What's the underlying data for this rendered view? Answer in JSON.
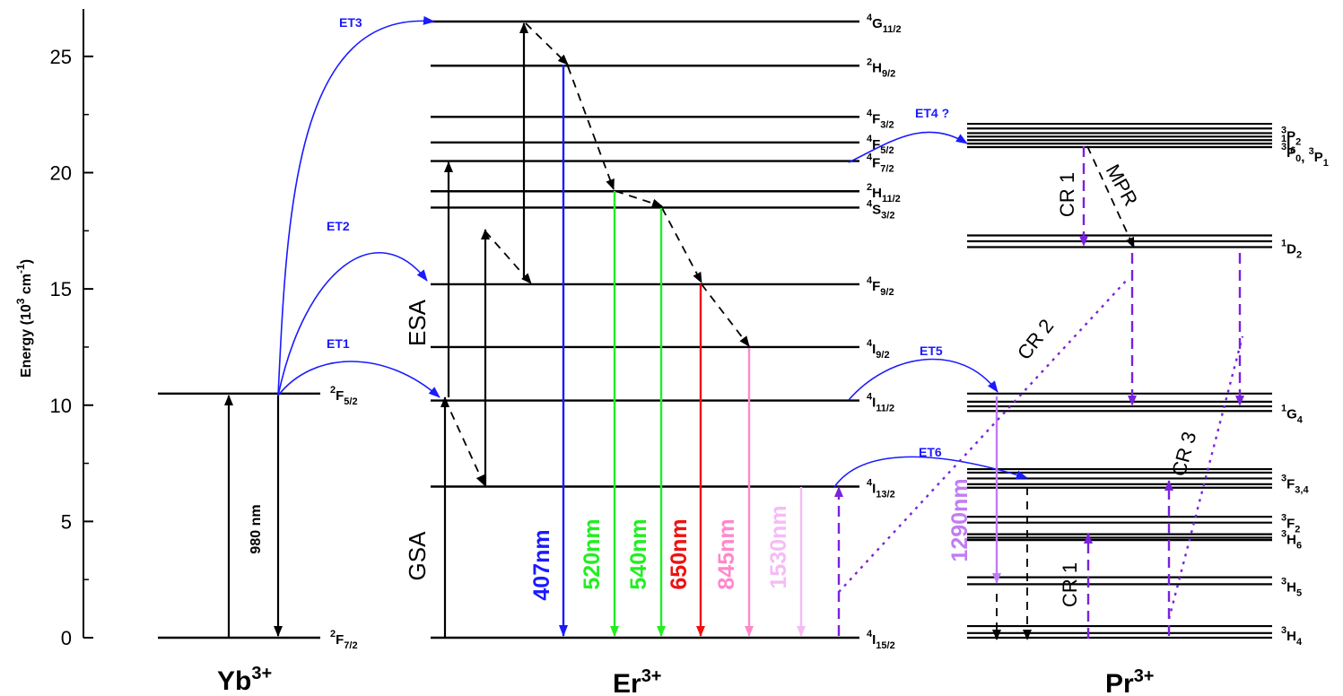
{
  "axis": {
    "ylabel_main": "Energy (10",
    "ylabel_sup1": "3",
    "ylabel_mid": " cm",
    "ylabel_sup2": "-1",
    "ylabel_end": ")",
    "ticks": [
      {
        "value": 0,
        "label": "0"
      },
      {
        "value": 5,
        "label": "5"
      },
      {
        "value": 10,
        "label": "10"
      },
      {
        "value": 15,
        "label": "15"
      },
      {
        "value": 20,
        "label": "20"
      },
      {
        "value": 25,
        "label": "25"
      }
    ],
    "range": [
      0,
      26.5
    ]
  },
  "ions": {
    "yb": {
      "base": "Yb",
      "sup": "3+"
    },
    "er": {
      "base": "Er",
      "sup": "3+"
    },
    "pr": {
      "base": "Pr",
      "sup": "3+"
    }
  },
  "yb_levels": [
    {
      "energy": 10.5,
      "sup": "2",
      "base": "F",
      "sub": "5/2"
    },
    {
      "energy": 0.0,
      "sup": "2",
      "base": "F",
      "sub": "7/2"
    }
  ],
  "er_levels": [
    {
      "energy": 26.5,
      "sup": "4",
      "base": "G",
      "sub": "11/2"
    },
    {
      "energy": 24.6,
      "sup": "2",
      "base": "H",
      "sub": "9/2"
    },
    {
      "energy": 22.4,
      "sup": "4",
      "base": "F",
      "sub": "3/2"
    },
    {
      "energy": 21.3,
      "sup": "4",
      "base": "F",
      "sub": "5/2"
    },
    {
      "energy": 20.5,
      "sup": "4",
      "base": "F",
      "sub": "7/2"
    },
    {
      "energy": 19.2,
      "sup": "2",
      "base": "H",
      "sub": "11/2"
    },
    {
      "energy": 18.5,
      "sup": "4",
      "base": "S",
      "sub": "3/2"
    },
    {
      "energy": 15.2,
      "sup": "4",
      "base": "F",
      "sub": "9/2"
    },
    {
      "energy": 12.5,
      "sup": "4",
      "base": "I",
      "sub": "9/2"
    },
    {
      "energy": 10.2,
      "sup": "4",
      "base": "I",
      "sub": "11/2"
    },
    {
      "energy": 6.5,
      "sup": "4",
      "base": "I",
      "sub": "13/2"
    },
    {
      "energy": 0.0,
      "sup": "4",
      "base": "I",
      "sub": "15/2"
    }
  ],
  "pr_levels": [
    {
      "energy": 21.65,
      "parts": [
        {
          "sup": "3",
          "base": "P",
          "sub": "2"
        }
      ]
    },
    {
      "energy": 21.3,
      "parts": [
        {
          "sup": "1",
          "base": "I",
          "sub": "6"
        }
      ]
    },
    {
      "energy": 20.95,
      "parts": [
        {
          "sup": "3",
          "base": "P",
          "sub": "0"
        },
        {
          "base": ", "
        },
        {
          "sup": "3",
          "base": "P",
          "sub": "1"
        }
      ]
    },
    {
      "energy": 16.8,
      "parts": [
        {
          "sup": "1",
          "base": "D",
          "sub": "2"
        }
      ]
    },
    {
      "energy": 9.7,
      "parts": [
        {
          "sup": "1",
          "base": "G",
          "sub": "4"
        }
      ]
    },
    {
      "energy": 6.7,
      "parts": [
        {
          "sup": "3",
          "base": "F",
          "sub": "3,4"
        }
      ]
    },
    {
      "energy": 5.0,
      "parts": [
        {
          "sup": "3",
          "base": "F",
          "sub": "2"
        }
      ]
    },
    {
      "energy": 4.3,
      "parts": [
        {
          "sup": "3",
          "base": "H",
          "sub": "6"
        }
      ]
    },
    {
      "energy": 2.25,
      "parts": [
        {
          "sup": "3",
          "base": "H",
          "sub": "5"
        }
      ]
    },
    {
      "energy": 0.15,
      "parts": [
        {
          "sup": "3",
          "base": "H",
          "sub": "4"
        }
      ]
    }
  ],
  "pr_bands": [
    [
      22.1,
      21.9,
      21.7,
      21.55,
      21.4,
      21.25,
      21.1
    ],
    [
      17.3,
      17.05,
      16.8
    ],
    [
      10.5,
      10.15,
      9.95,
      9.75
    ],
    [
      7.25,
      7.1,
      6.85,
      6.6,
      6.45
    ],
    [
      5.2,
      4.95,
      4.45,
      4.3,
      4.2
    ],
    [
      2.6,
      2.3
    ],
    [
      0.5,
      0.2,
      0.0
    ]
  ],
  "labels": {
    "et1": "ET1",
    "et2": "ET2",
    "et3": "ET3",
    "et4": "ET4 ?",
    "et5": "ET5",
    "et6": "ET6",
    "esa": "ESA",
    "gsa": "GSA",
    "pump": "980 nm",
    "cr1_top": "CR 1",
    "mpr": "MPR",
    "cr2": "CR 2",
    "cr3": "CR 3",
    "cr1_bottom": "CR 1"
  },
  "emissions": [
    {
      "label": "407nm",
      "color": "#1a1aff"
    },
    {
      "label": "520nm",
      "color": "#22ee22"
    },
    {
      "label": "540nm",
      "color": "#22ee22"
    },
    {
      "label": "650nm",
      "color": "#ee1111"
    },
    {
      "label": "845nm",
      "color": "#ff88cc"
    },
    {
      "label": "1530nm",
      "color": "#f6bbf6"
    },
    {
      "label": "1290nm",
      "color": "#c07cf4"
    }
  ],
  "colors": {
    "transfer": "#1a1aff",
    "violet": "#7a22dd",
    "level": "#000000"
  }
}
